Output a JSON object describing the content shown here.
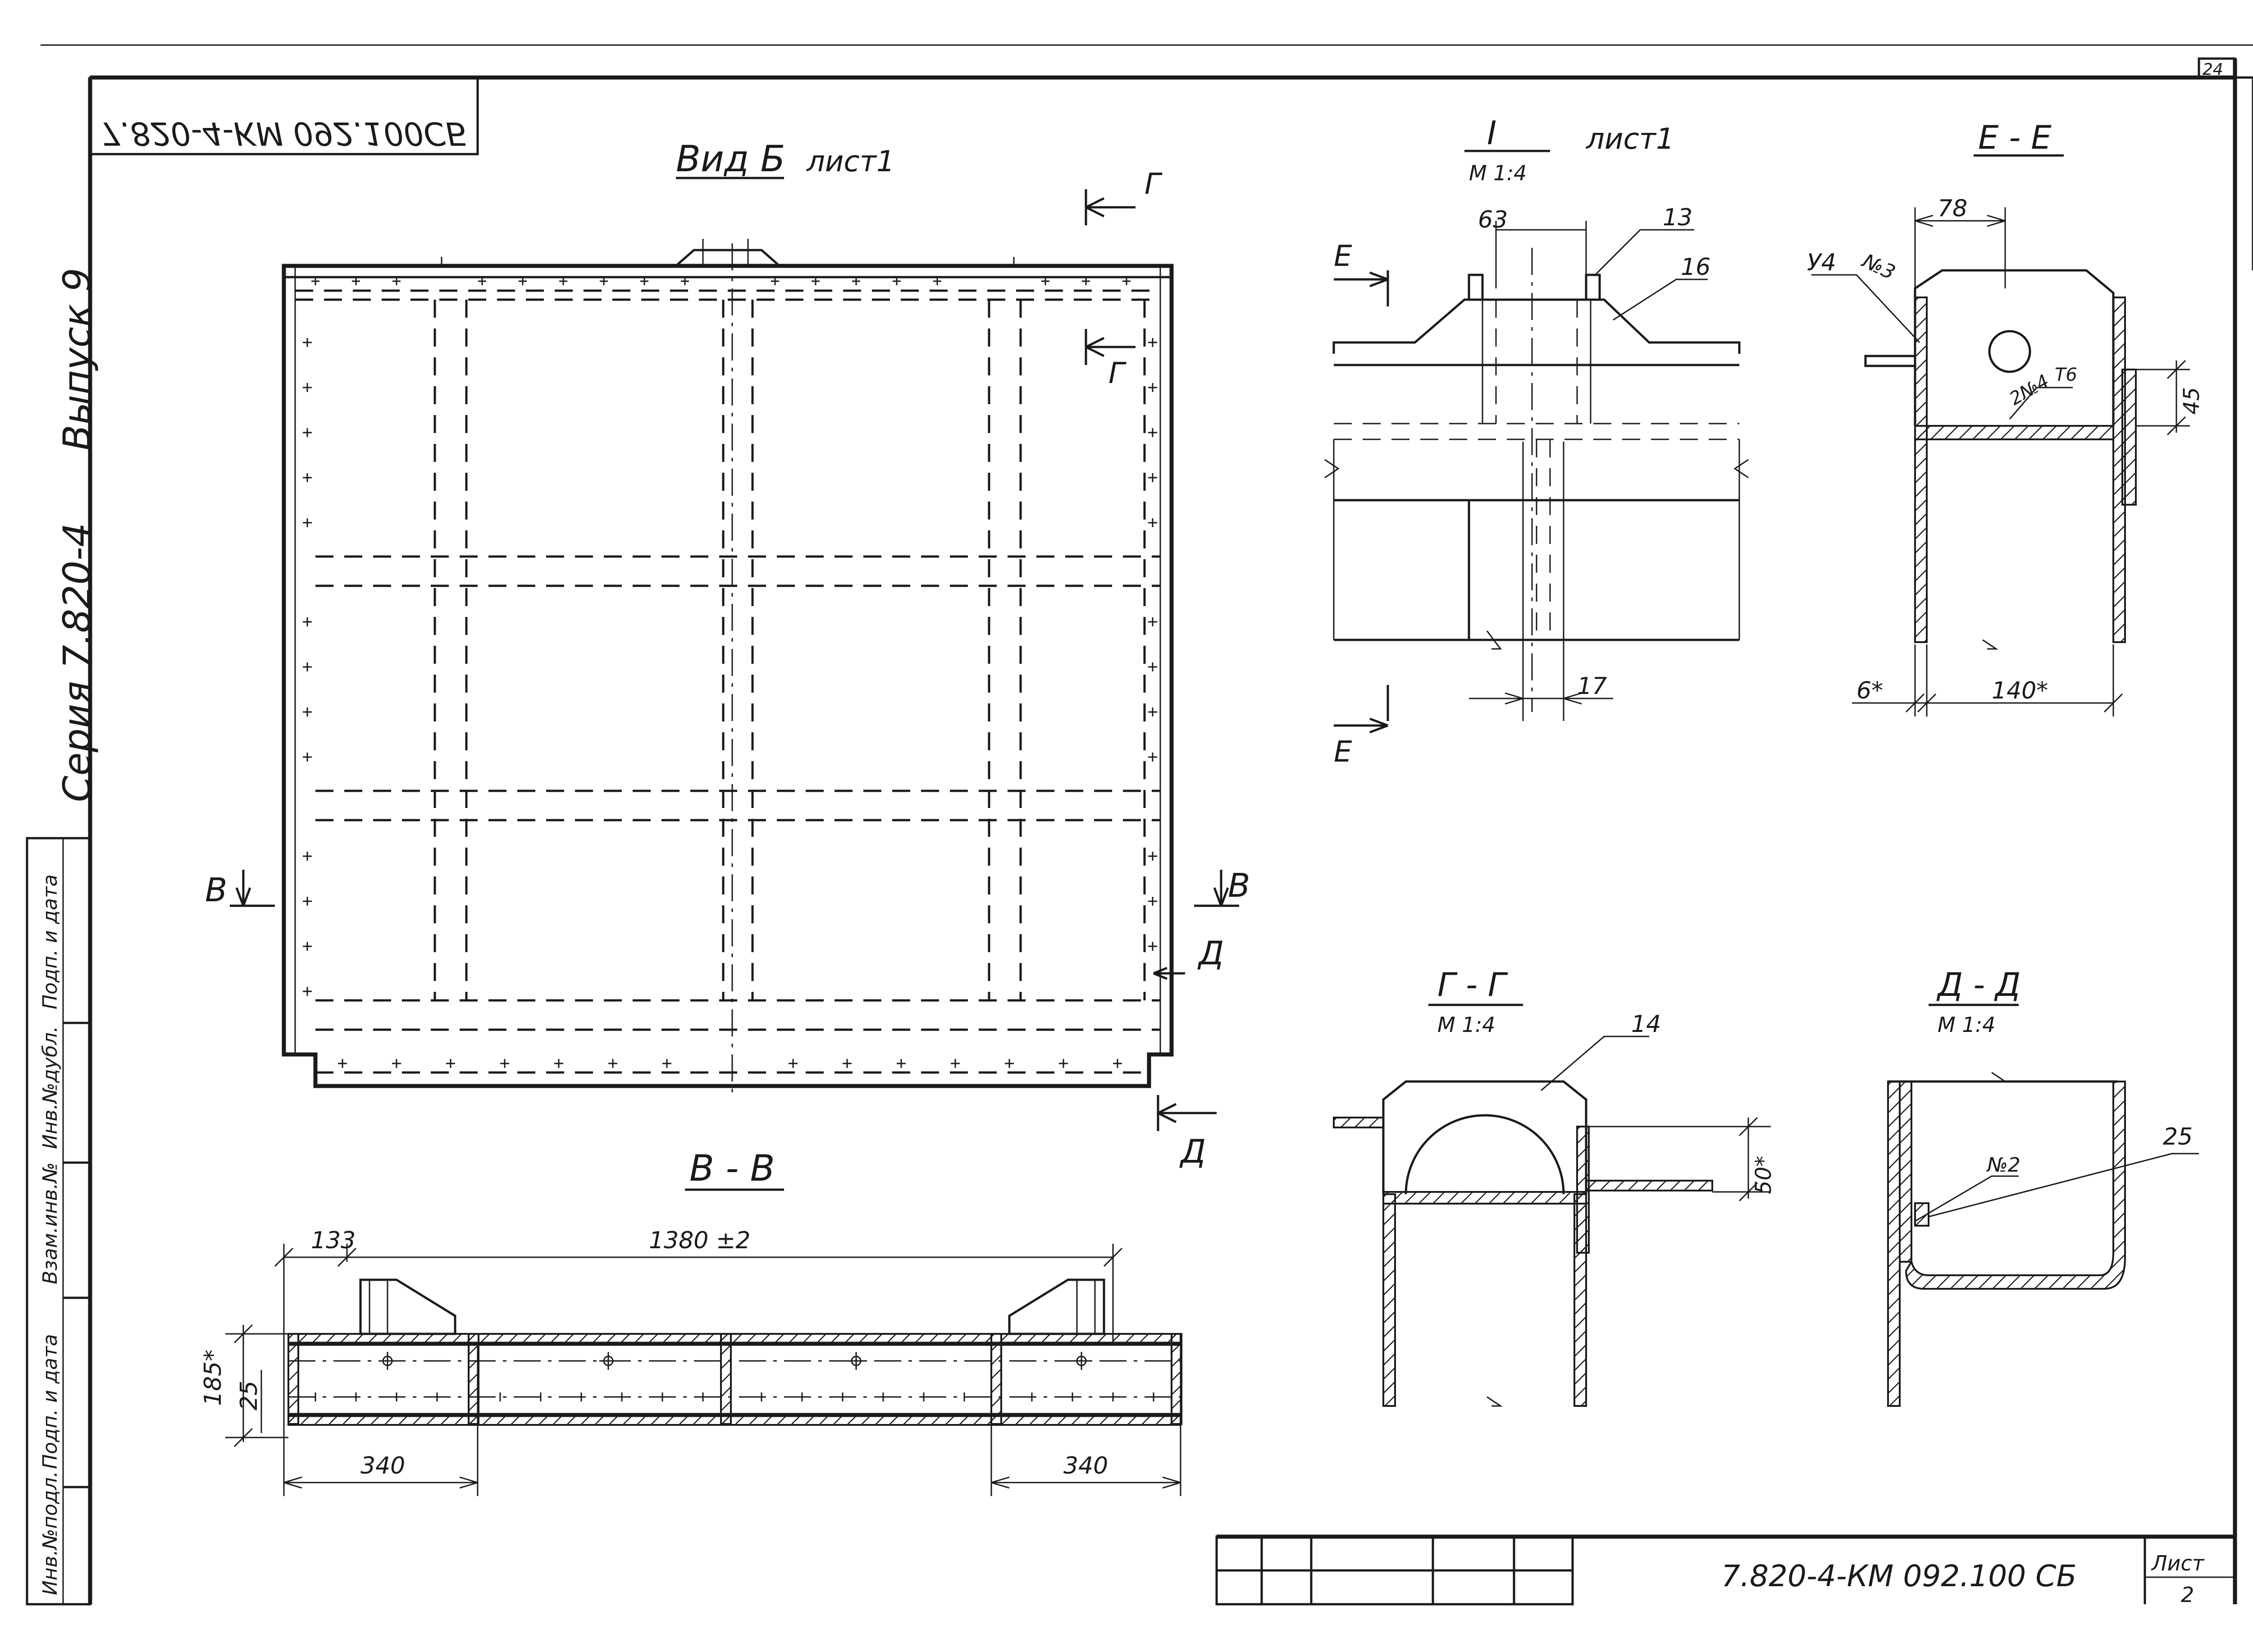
{
  "sheet": {
    "page_number": "24",
    "mirrored_code": "7.820-4-КМ 092.100СБ",
    "series": "Серия 7.820-4",
    "issue": "Выпуск 9",
    "side_columns": [
      "Инв.№подл.",
      "Подп. и дата",
      "Взам.инв.№",
      "Инв.№дубл.",
      "Подп. и дата"
    ]
  },
  "views": {
    "view_b": {
      "title": "Вид Б",
      "ref": "лист1"
    },
    "detail_1": {
      "title": "I",
      "scale": "М 1:4",
      "ref": "лист1"
    },
    "section_ee": {
      "title": "Е - Е"
    },
    "section_gg": {
      "title": "Г - Г",
      "scale": "М 1:4"
    },
    "section_dd": {
      "title": "Д - Д",
      "scale": "М 1:4"
    },
    "section_vv": {
      "title": "В - В"
    }
  },
  "section_marks": {
    "g": "Г",
    "v": "В",
    "d": "Д",
    "e": "Е"
  },
  "dimensions": {
    "d63": "63",
    "d17": "17",
    "d78": "78",
    "d45": "45",
    "d6": "6*",
    "d140": "140*",
    "d50": "50*",
    "d133": "133",
    "d1380": "1380 ±2",
    "d185": "185*",
    "d25": "25",
    "d340": "340"
  },
  "callouts": {
    "p13": "13",
    "p16": "16",
    "p14": "14",
    "p25": "25",
    "weld_u4": "У4",
    "weld_n3": "№3",
    "weld_2n4": "2№4",
    "weld_t6": "Т6",
    "weld_n2": "№2"
  },
  "title_block": {
    "code": "7.820-4-КМ 092.100 СБ",
    "sheet_label": "Лист",
    "sheet_number": "2"
  }
}
